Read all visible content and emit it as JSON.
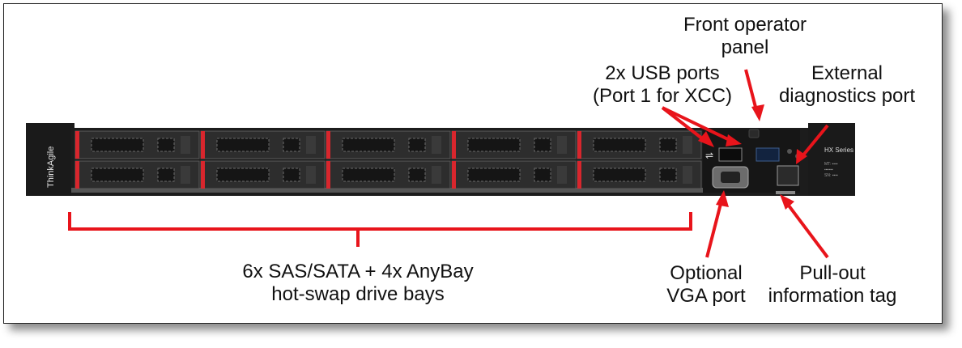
{
  "labels": {
    "front_operator_panel": [
      "Front operator",
      "panel"
    ],
    "usb_ports": [
      "2x USB ports",
      "(Port 1 for XCC)"
    ],
    "external_diagnostics": [
      "External",
      "diagnostics port"
    ],
    "drive_bays": [
      "6x SAS/SATA + 4x AnyBay",
      "hot-swap drive bays"
    ],
    "vga_port": [
      "Optional",
      "VGA port"
    ],
    "info_tag": [
      "Pull-out",
      "information tag"
    ]
  },
  "server": {
    "brand": "ThinkAgile",
    "series": "HX Series",
    "drive_bay_count": 10,
    "usb_port_count": 2
  },
  "colors": {
    "callout": "#e8141b",
    "chassis": "#1c1c1c",
    "bay_latch": "#d8262d"
  }
}
